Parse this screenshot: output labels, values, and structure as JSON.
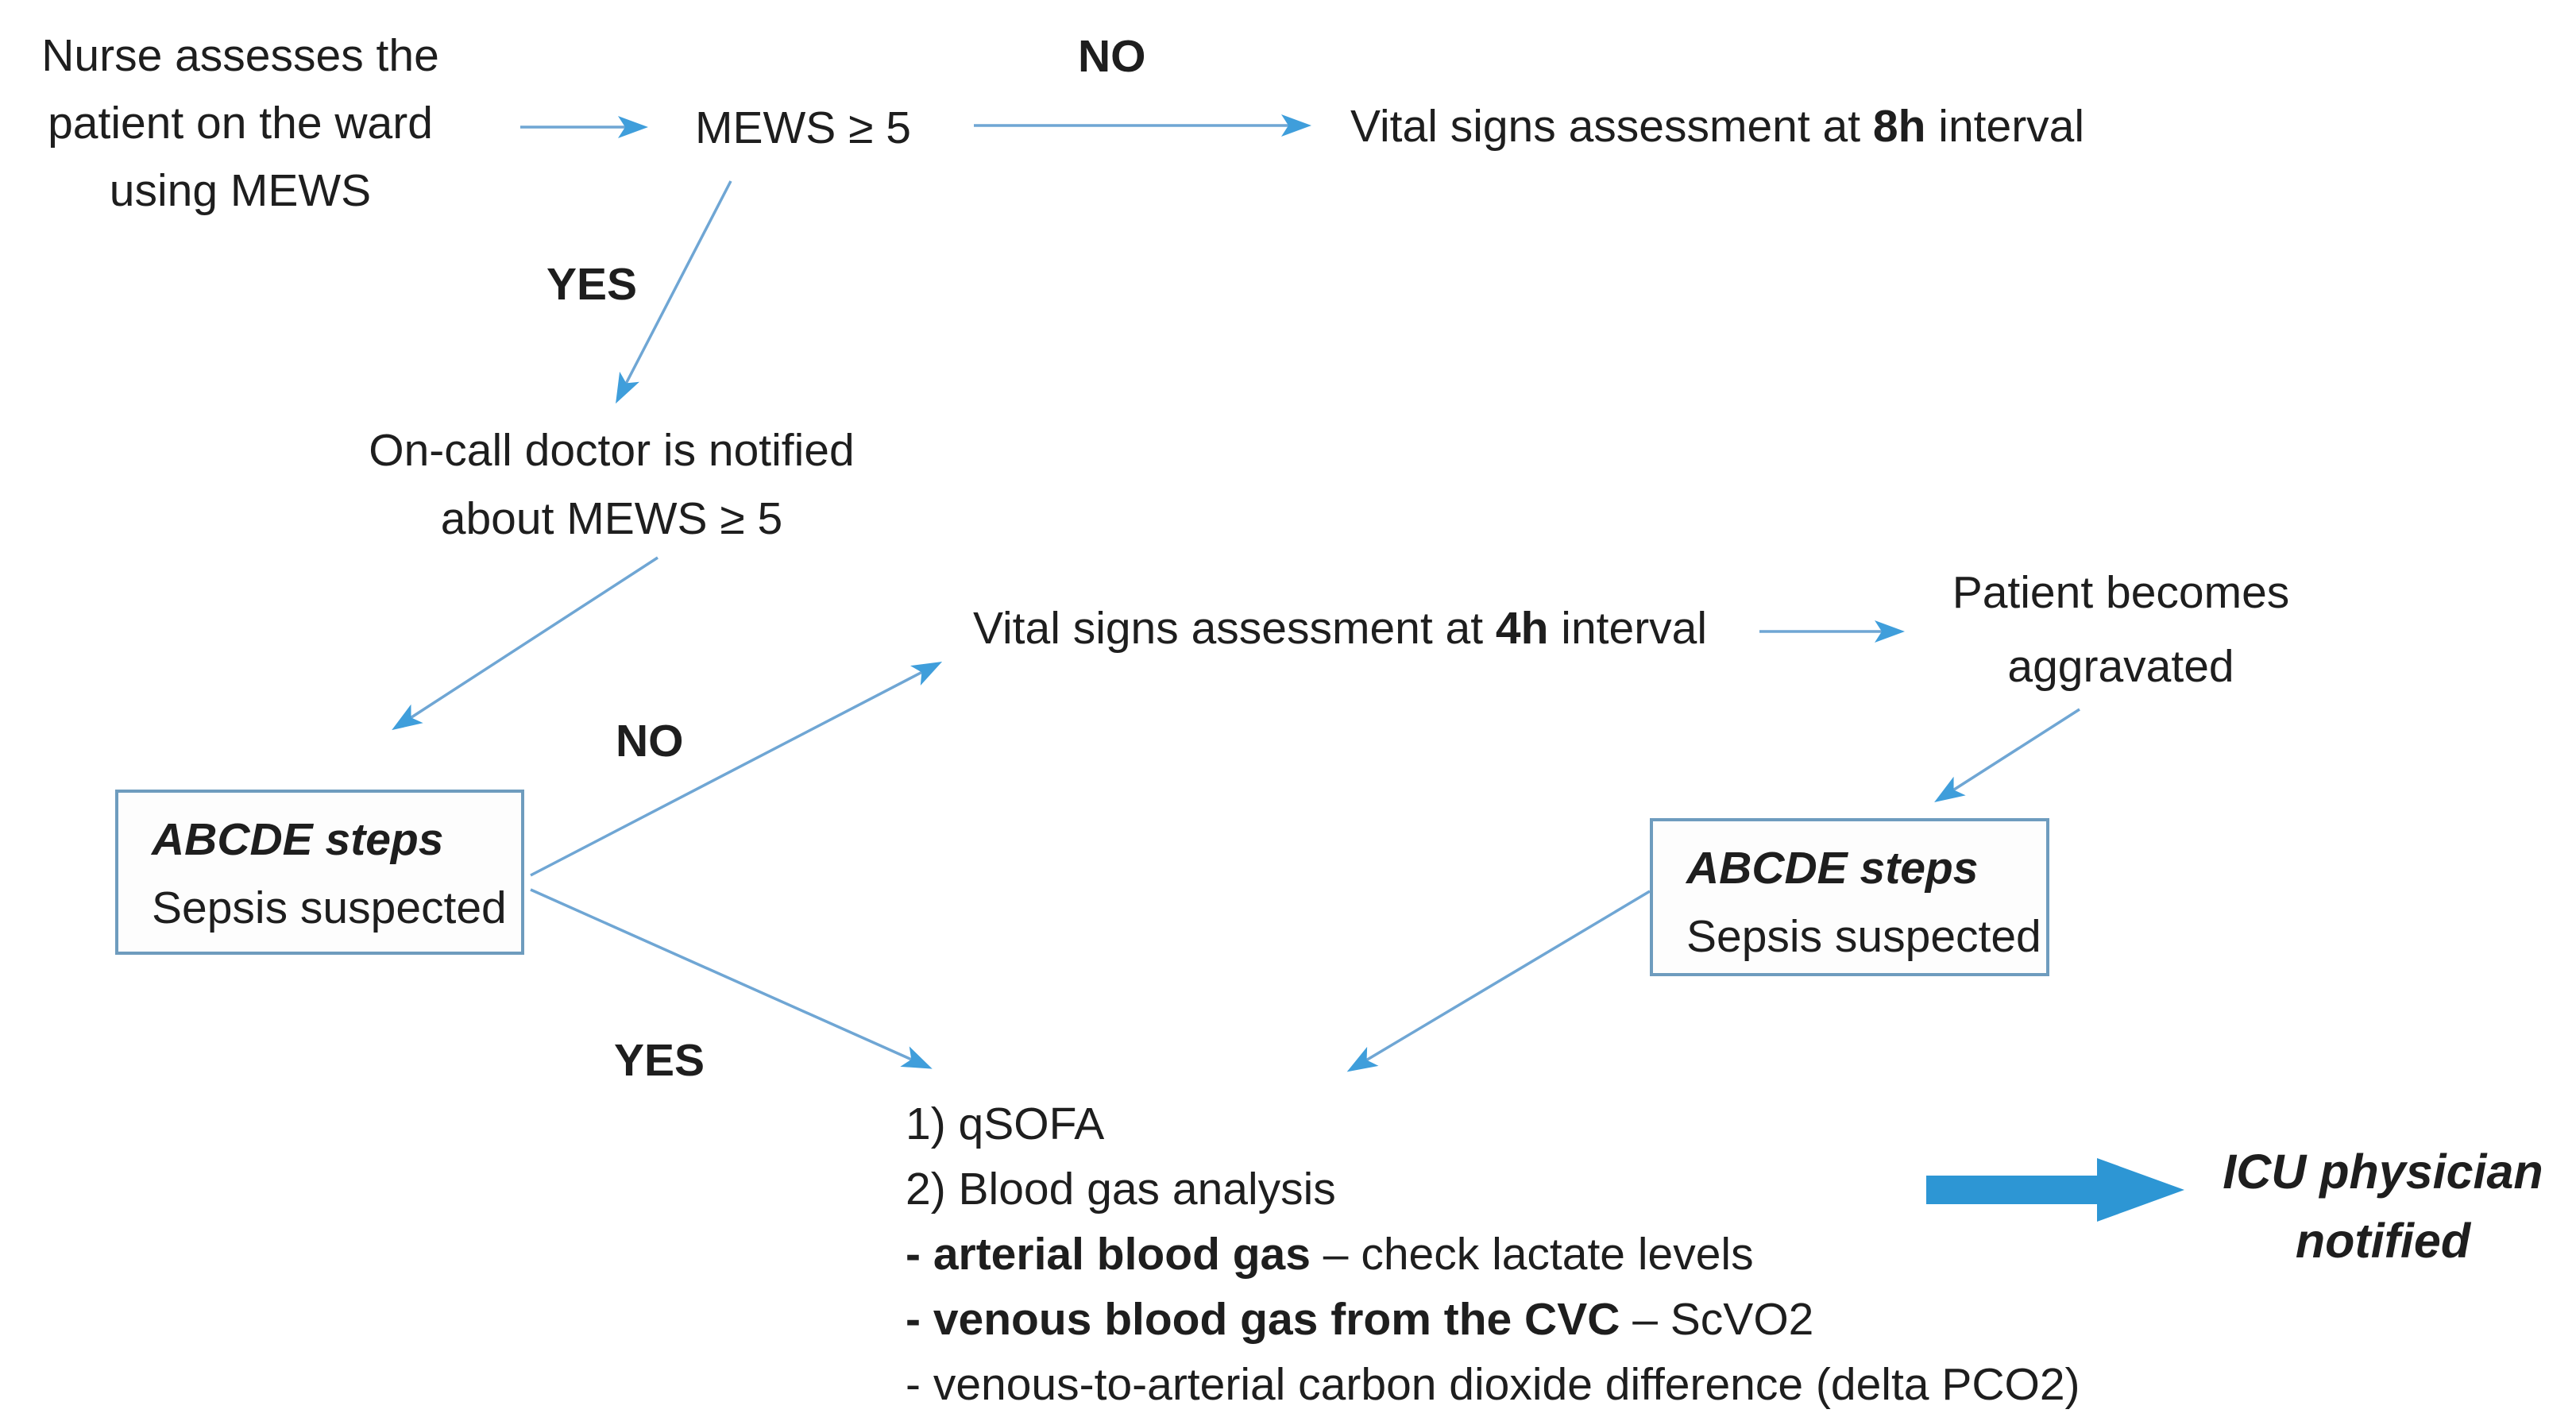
{
  "diagram": {
    "colors": {
      "background": "#ffffff",
      "text": "#1e1e1e",
      "connector_line": "#6fa6d4",
      "arrowhead": "#3f9edb",
      "box_border": "#6e9cbe",
      "block_arrow": "#2d96d4"
    },
    "nodes": {
      "nurse": {
        "lines": [
          "Nurse assesses the",
          "patient on the ward",
          "using MEWS"
        ]
      },
      "mews_decision": {
        "label": "MEWS ≥ 5"
      },
      "no_top": {
        "label": "NO"
      },
      "vitals_8h": {
        "pre": "Vital signs assessment at ",
        "bold": "8h",
        "post": " interval"
      },
      "yes_top": {
        "label": "YES"
      },
      "oncall": {
        "lines": [
          "On-call doctor is notified",
          "about MEWS ≥ 5"
        ]
      },
      "abcde_left": {
        "title": "ABCDE steps",
        "subtitle": "Sepsis suspected"
      },
      "no_mid": {
        "label": "NO"
      },
      "vitals_4h": {
        "pre": "Vital signs assessment at ",
        "bold": "4h",
        "post": " interval"
      },
      "patient": {
        "lines": [
          "Patient becomes",
          "aggravated"
        ]
      },
      "abcde_right": {
        "title": "ABCDE steps",
        "subtitle": "Sepsis suspected"
      },
      "yes_mid": {
        "label": "YES"
      },
      "icu": {
        "lines": [
          "ICU physician",
          "notified"
        ]
      }
    },
    "checklist": {
      "items": [
        {
          "text": "1) qSOFA"
        },
        {
          "text": "2) Blood gas analysis"
        },
        {
          "bold": "- arterial blood gas",
          "text": " – check lactate levels"
        },
        {
          "bold": "- venous blood gas from the CVC",
          "text": " – ScVO2"
        },
        {
          "text": "- venous-to-arterial carbon dioxide difference (delta PCO2)"
        }
      ]
    }
  }
}
